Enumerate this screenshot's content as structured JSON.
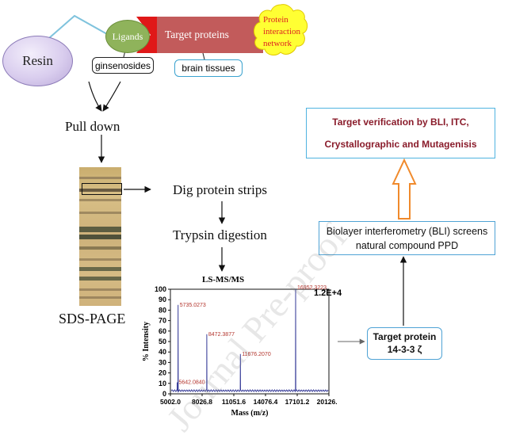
{
  "nodes": {
    "resin": "Resin",
    "ligands": "Ligands",
    "target_proteins": "Target proteins",
    "network": [
      "Protein",
      "interaction",
      "network"
    ],
    "ginsenosides": "ginsenosides",
    "brain_tissues": "brain tissues",
    "pull_down": "Pull down",
    "sds_page": "SDS-PAGE",
    "dig_strips": "Dig protein strips",
    "trypsin": "Trypsin digestion",
    "target_protein_title": "Target protein",
    "target_protein_name": "14-3-3 ζ",
    "bli_line1": "Biolayer interferometry (BLI) screens",
    "bli_line2": "natural compound PPD",
    "verify_line1": "Target verification by BLI, ITC,",
    "verify_line2": "Crystallographic and Mutagenisis"
  },
  "watermark": "Journal Pre-proof",
  "colors": {
    "resin": "#d9cdee",
    "ligands": "#8fb35b",
    "target": "#c25b5b",
    "arrow_red": "#e01818",
    "network_fill": "#ffff33",
    "network_text": "#dd2222",
    "verify_text": "#8a1c2b",
    "orange_arrow": "#f08a2c"
  },
  "chart_data": {
    "type": "line",
    "title": "LS-MS/MS",
    "xlabel": "Mass (m/z)",
    "ylabel": "% Intensity",
    "scale_note": "1.2E+4",
    "xlim": [
      5002.0,
      20126.0
    ],
    "ylim": [
      0,
      100
    ],
    "x_ticks": [
      "5002.0",
      "8026.8",
      "11051.6",
      "14076.4",
      "17101.2",
      "20126.0"
    ],
    "y_ticks": [
      "0",
      "10",
      "20",
      "30",
      "40",
      "50",
      "60",
      "70",
      "80",
      "90",
      "100"
    ],
    "peaks": [
      {
        "x": 5642.084,
        "y": 11,
        "label": "5642.0840"
      },
      {
        "x": 5735.0273,
        "y": 85,
        "label": "5735.0273"
      },
      {
        "x": 8472.3877,
        "y": 57,
        "label": "8472.3877"
      },
      {
        "x": 11676.207,
        "y": 38,
        "label": "11676.2070"
      },
      {
        "x": 16952.3223,
        "y": 100,
        "label": "16952.3223"
      }
    ]
  }
}
